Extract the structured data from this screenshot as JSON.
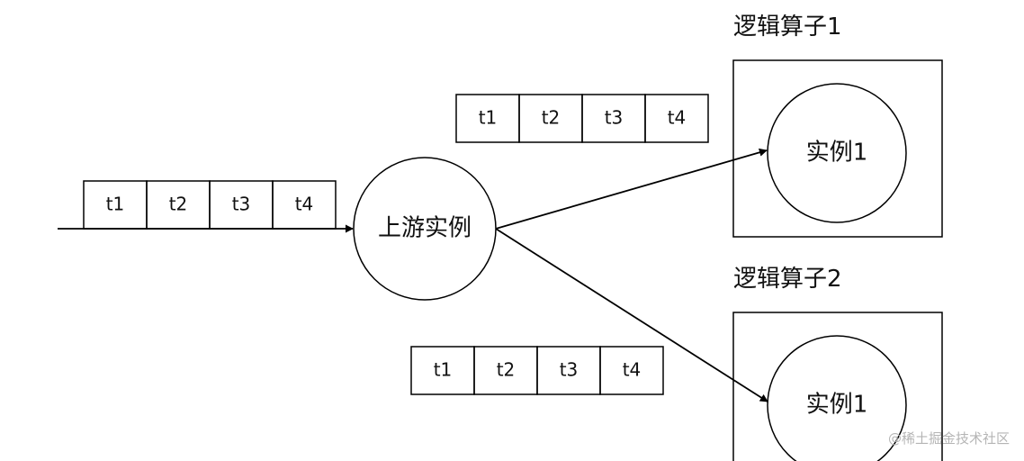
{
  "diagram": {
    "queue_cells": [
      "t1",
      "t2",
      "t3",
      "t4"
    ],
    "upstream_label": "上游实例",
    "operators": [
      {
        "title": "逻辑算子1",
        "instance": "实例1"
      },
      {
        "title": "逻辑算子2",
        "instance": "实例1"
      }
    ],
    "watermark": "@稀土掘金技术社区",
    "colors": {
      "stroke": "#000000",
      "text": "#111111",
      "background": "#ffffff",
      "watermark": "#b5b5b5"
    }
  }
}
